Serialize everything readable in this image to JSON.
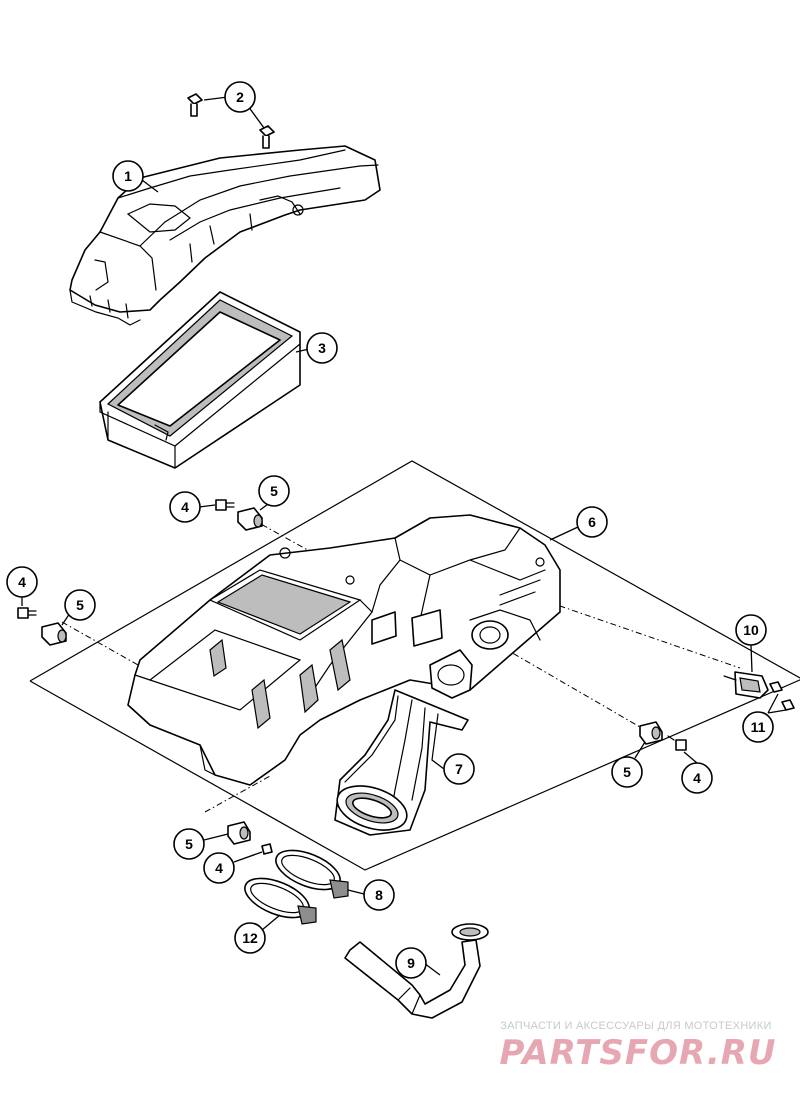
{
  "diagram": {
    "callouts": [
      {
        "label": "1"
      },
      {
        "label": "2"
      },
      {
        "label": "3"
      },
      {
        "label": "4"
      },
      {
        "label": "5"
      },
      {
        "label": "6"
      },
      {
        "label": "4"
      },
      {
        "label": "5"
      },
      {
        "label": "10"
      },
      {
        "label": "11"
      },
      {
        "label": "7"
      },
      {
        "label": "5"
      },
      {
        "label": "4"
      },
      {
        "label": "5"
      },
      {
        "label": "4"
      },
      {
        "label": "8"
      },
      {
        "label": "12"
      },
      {
        "label": "9"
      }
    ],
    "line_color": "#000000",
    "shade_color": "#bdbdbd"
  },
  "watermark": {
    "top_text": "ЗАПЧАСТИ И АКСЕССУАРЫ ДЛЯ МОТОТЕХНИКИ",
    "logo_text": "PARTSFOR.RU",
    "color": "#e7a7b2"
  }
}
